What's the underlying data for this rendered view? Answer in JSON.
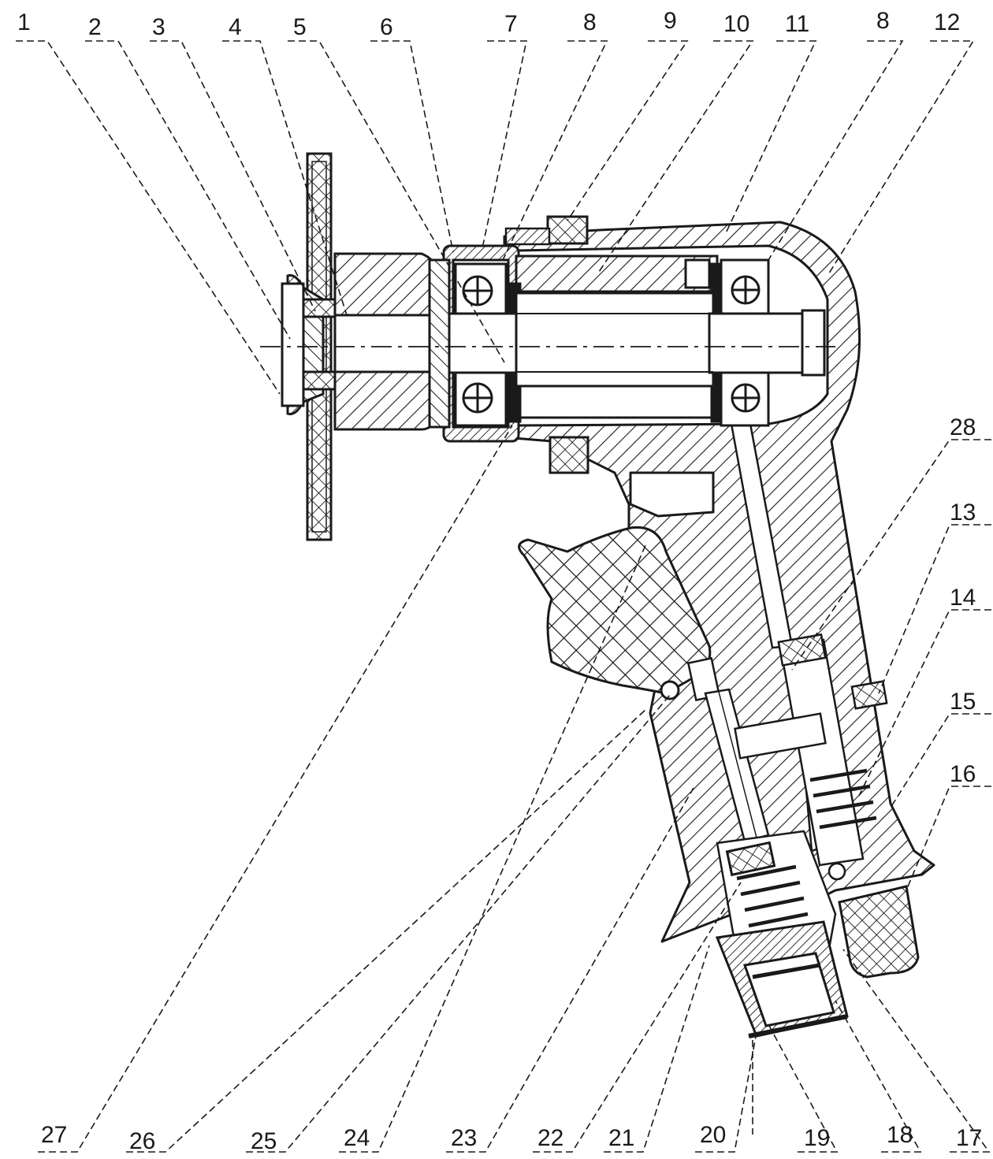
{
  "figure": {
    "top_labels": [
      "1",
      "2",
      "3",
      "4",
      "5",
      "6",
      "7",
      "8",
      "9",
      "10",
      "11",
      "8",
      "12"
    ],
    "right_labels": [
      "28",
      "13",
      "14",
      "15",
      "16"
    ],
    "bottom_labels": [
      "27",
      "26",
      "25",
      "24",
      "23",
      "22",
      "21",
      "20",
      "19",
      "18",
      "17"
    ]
  },
  "colors": {
    "ink": "#1a1a1a",
    "paper": "#ffffff"
  }
}
